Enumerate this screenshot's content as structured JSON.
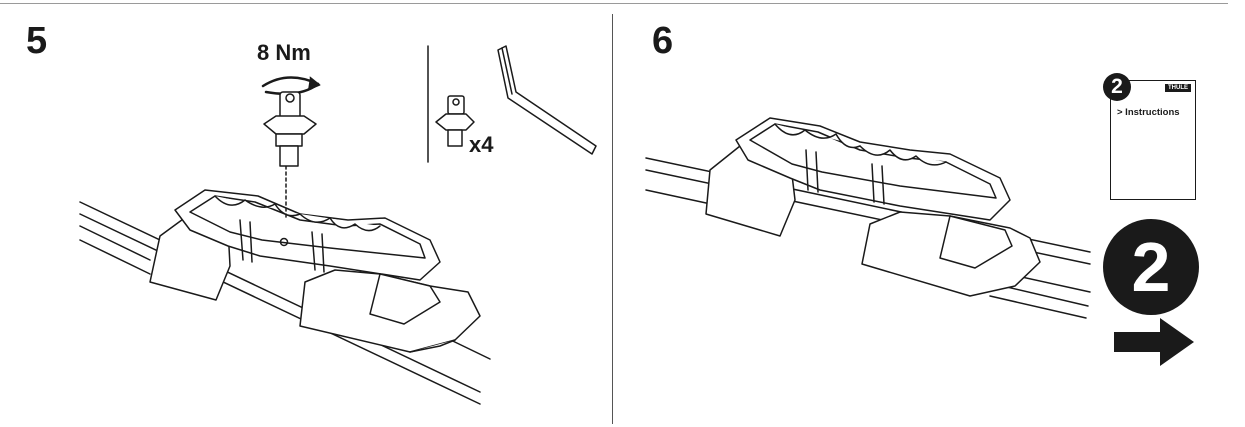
{
  "steps": [
    {
      "number": "5",
      "torque_label": "8 Nm",
      "quantity_label": "x4"
    },
    {
      "number": "6"
    }
  ],
  "reference": {
    "booklet_number": "2",
    "booklet_brand": "THULE",
    "booklet_label": "> Instructions",
    "target_number": "2",
    "arrow_icon": "arrow-right-icon"
  }
}
